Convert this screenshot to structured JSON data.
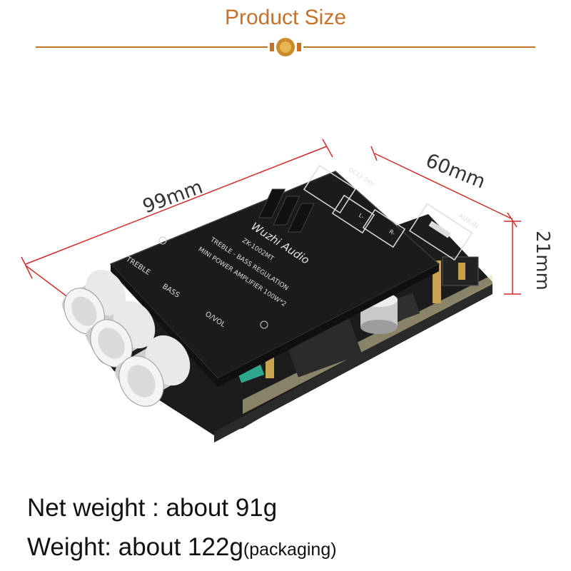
{
  "header": {
    "title": "Product Size"
  },
  "dimensions": {
    "length": "99mm",
    "width": "60mm",
    "height": "21mm"
  },
  "board": {
    "brand": "Wuzhi Audio",
    "model": "ZK-1002MT",
    "line1": "TREBLE - BASS REGULATION",
    "line2": "MINI POWER AMPLIFIER 100W*2",
    "label_treble": "TREBLE",
    "label_bass": "BASS",
    "label_vol": "O/VOL",
    "label_aux": "AUX-IN",
    "label_power": "DC12-24V",
    "label_left": "L-",
    "label_right": "R-"
  },
  "specs": {
    "net_weight": "Net weight : about 91g",
    "weight": "Weight: about 122g",
    "weight_note": "(packaging)"
  },
  "colors": {
    "accent": "#c4722a",
    "dimension_line": "#d32a2a",
    "board": "#1b1b1b"
  }
}
